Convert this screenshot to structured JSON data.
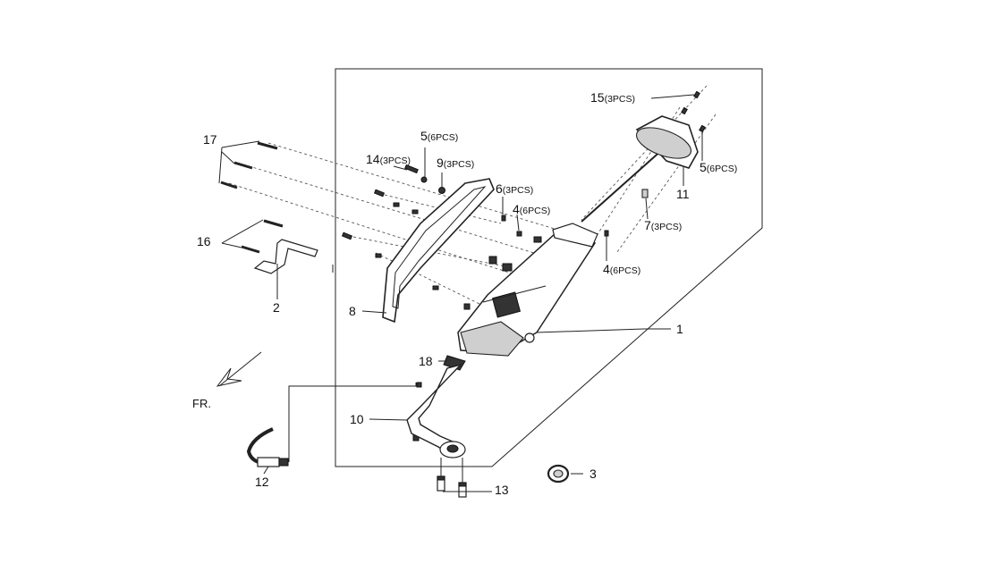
{
  "callouts": {
    "c1": {
      "num": "1",
      "qty": ""
    },
    "c2": {
      "num": "2",
      "qty": ""
    },
    "c3": {
      "num": "3",
      "qty": ""
    },
    "c4a": {
      "num": "4",
      "qty": "(6PCS)"
    },
    "c4b": {
      "num": "4",
      "qty": "(6PCS)"
    },
    "c5a": {
      "num": "5",
      "qty": "(6PCS)"
    },
    "c5b": {
      "num": "5",
      "qty": "(6PCS)"
    },
    "c6": {
      "num": "6",
      "qty": "(3PCS)"
    },
    "c7": {
      "num": "7",
      "qty": "(3PCS)"
    },
    "c8": {
      "num": "8",
      "qty": ""
    },
    "c9": {
      "num": "9",
      "qty": "(3PCS)"
    },
    "c10": {
      "num": "10",
      "qty": ""
    },
    "c11": {
      "num": "11",
      "qty": ""
    },
    "c12": {
      "num": "12",
      "qty": ""
    },
    "c13": {
      "num": "13",
      "qty": ""
    },
    "c14": {
      "num": "14",
      "qty": "(3PCS)"
    },
    "c15": {
      "num": "15",
      "qty": "(3PCS)"
    },
    "c16": {
      "num": "16",
      "qty": ""
    },
    "c17": {
      "num": "17",
      "qty": ""
    },
    "c18": {
      "num": "18",
      "qty": ""
    }
  },
  "direction": {
    "label": "FR."
  }
}
